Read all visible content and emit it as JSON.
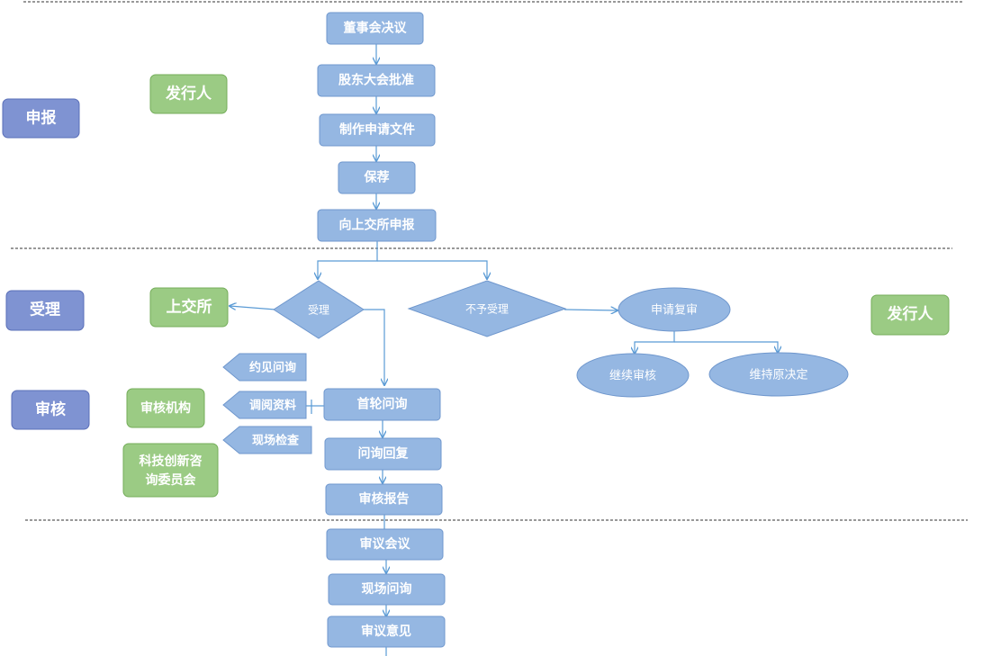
{
  "stages": {
    "apply": "申报",
    "accept": "受理",
    "review": "审核"
  },
  "roles": {
    "issuer_top": "发行人",
    "exchange": "上交所",
    "issuer_right": "发行人",
    "review_org": "审核机构",
    "committee_line1": "科技创新咨",
    "committee_line2": "询委员会"
  },
  "steps": {
    "board": "董事会决议",
    "shareholders": "股东大会批准",
    "prepare": "制作申请文件",
    "sponsor": "保荐",
    "submit": "向上交所申报",
    "first_inquiry": "首轮问询",
    "inquiry_reply": "问询回复",
    "review_report": "审核报告",
    "review_meeting": "审议会议",
    "onsite_inquiry": "现场问询",
    "review_opinion": "审议意见"
  },
  "decisions": {
    "accept": "受理",
    "reject": "不予受理"
  },
  "outcomes": {
    "apply_recheck": "申请复审",
    "continue_review": "继续审核",
    "keep_decision": "维持原决定"
  },
  "methods": {
    "interview": "约见问询",
    "review_docs": "调阅资料",
    "onsite_check": "现场检查"
  },
  "colors": {
    "stage_fill": "#7f93d2",
    "stage_stroke": "#5a6fb8",
    "role_fill": "#9bcb84",
    "role_stroke": "#74ad5a",
    "step_fill": "#95b7e2",
    "step_stroke": "#6f97cd",
    "connector": "#5b9bd5",
    "divider": "#333333"
  }
}
